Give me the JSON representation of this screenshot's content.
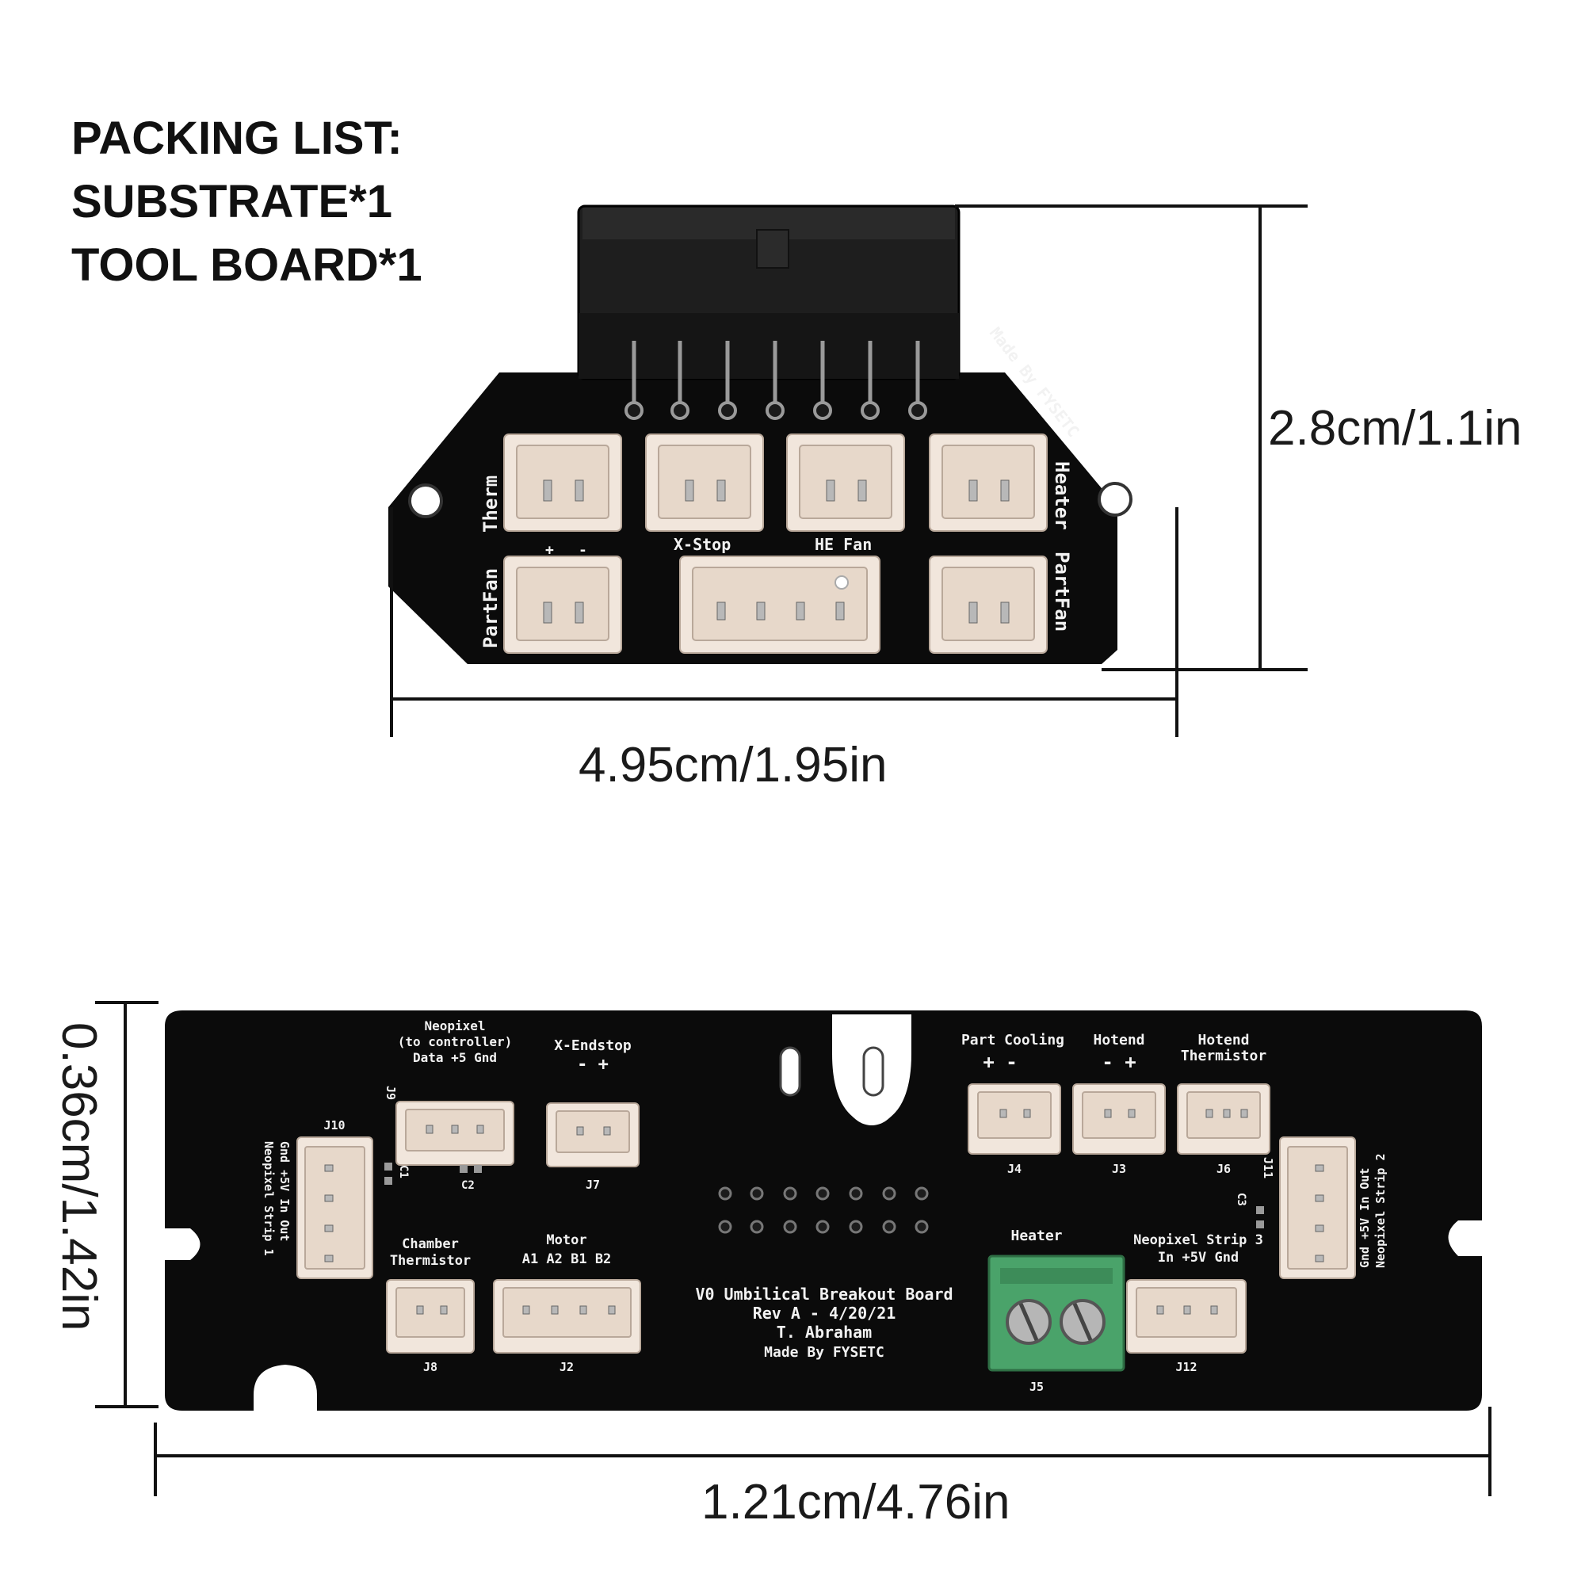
{
  "packing_list": {
    "title": "PACKING LIST:",
    "items": [
      "SUBSTRATE*1",
      "TOOL BOARD*1"
    ]
  },
  "tool_board": {
    "brand": "Made By FYSETC",
    "labels": {
      "therm": "Therm",
      "heater": "Heater",
      "partfan_left": "PartFan",
      "partfan_right": "PartFan",
      "xstop": "X-Stop",
      "hefan": "HE Fan",
      "plus": "+",
      "minus": "-"
    },
    "height_label": "2.8cm/1.1in",
    "width_label": "4.95cm/1.95in"
  },
  "breakout_board": {
    "title_lines": [
      "V0 Umbilical Breakout Board",
      "Rev A - 4/20/21",
      "T. Abraham",
      "Made By FYSETC"
    ],
    "connectors": {
      "neopixel_ctrl": {
        "lines": [
          "Neopixel",
          "(to controller)",
          "Data  +5  Gnd"
        ],
        "ref": "J9"
      },
      "xendstop": {
        "lines": [
          "X-Endstop",
          "-   +"
        ],
        "ref": "J7"
      },
      "part_cooling": {
        "lines": [
          "Part Cooling",
          "+  -"
        ],
        "ref": "J4"
      },
      "hotend": {
        "lines": [
          "Hotend",
          "-  +"
        ],
        "ref": "J3"
      },
      "hotend_therm": {
        "lines": [
          "Hotend",
          "Thermistor"
        ],
        "ref": "J6"
      },
      "chamber_therm": {
        "lines": [
          "Chamber",
          "Thermistor"
        ],
        "ref": "J8"
      },
      "motor": {
        "lines": [
          "Motor",
          "A1  A2  B1  B2"
        ],
        "ref": "J2"
      },
      "heater": {
        "lines": [
          "Heater"
        ],
        "ref": "J5"
      },
      "neopixel3": {
        "lines": [
          "Neopixel Strip 3",
          "In  +5V  Gnd"
        ],
        "ref": "J12"
      },
      "strip1": {
        "lines": [
          "Gnd +5V In Out",
          "Neopixel Strip 1"
        ],
        "ref": "J10"
      },
      "strip2": {
        "lines": [
          "Gnd +5V In Out",
          "Neopixel Strip 2"
        ],
        "ref": "J11"
      },
      "c1": {
        "ref": "C1"
      },
      "c2": {
        "ref": "C2"
      },
      "c3": {
        "ref": "C3"
      }
    },
    "height_label": "0.36cm/1.42in",
    "width_label": "1.21cm/4.76in"
  },
  "colors": {
    "pcb": "#0b0b0b",
    "silk": "#f2f2f2",
    "connector": "#f1e6dc",
    "terminal": "#4aa36a"
  }
}
